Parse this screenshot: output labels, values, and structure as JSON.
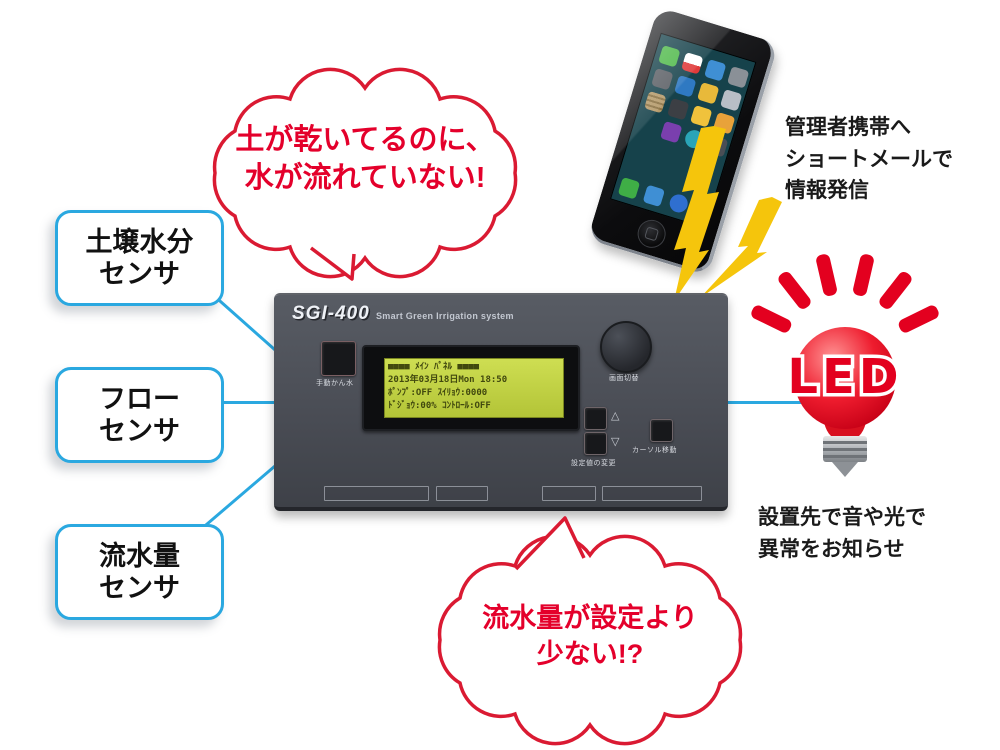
{
  "sensors": [
    {
      "label": "土壌水分\nセンサ"
    },
    {
      "label": "フロー\nセンサ"
    },
    {
      "label": "流水量\nセンサ"
    }
  ],
  "bubbles": {
    "top": "土が乾いてるのに、\n水が流れていない!",
    "bottom": "流水量が設定より\n少ない!?"
  },
  "device": {
    "model": "SGI-400",
    "subtitle": "Smart Green Irrigation system",
    "lcd": [
      "■■■■ ﾒｲﾝ ﾊﾟﾈﾙ ■■■■",
      "2013年03月18日Mon 18:50",
      "ﾎﾟﾝﾌﾟ:OFF   ｽｲﾘｮｳ:0000",
      "ﾄﾞｼﾞｮｳ:00%  ｺﾝﾄﾛｰﾙ:OFF"
    ],
    "controls": {
      "manual": "手動かん水",
      "knob": "画面切替",
      "up": "△",
      "down": "▽",
      "updown_label": "設定値の変更",
      "cursor": "カーソル移動"
    }
  },
  "annotations": {
    "phone": "管理者携帯へ\nショートメールで\n情報発信",
    "led": "設置先で音や光で\n異常をお知らせ"
  },
  "led": {
    "label": "LED"
  },
  "colors": {
    "accent_blue": "#2aa8e0",
    "alert_red": "#e4002b",
    "bolt_yellow": "#f5c50c"
  }
}
